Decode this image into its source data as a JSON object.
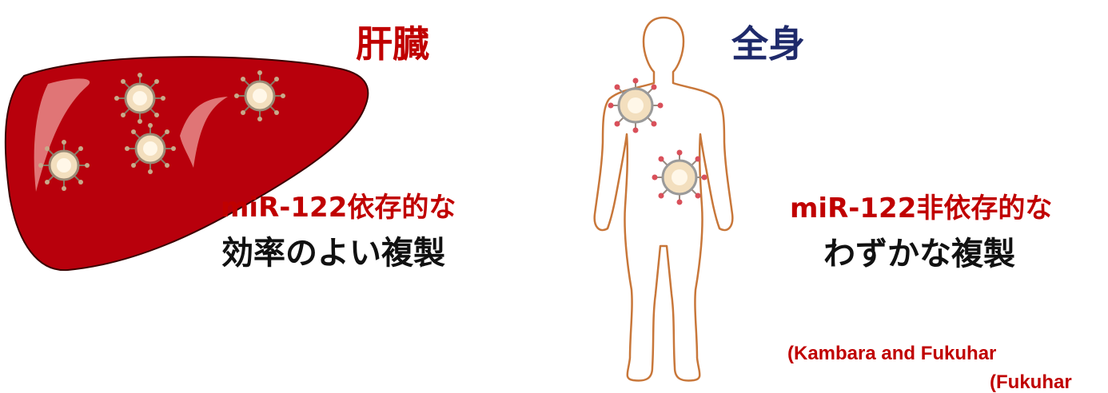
{
  "liver": {
    "title": "肝臓",
    "mir_label": "miR-122依存的な",
    "replication_label": "効率のよい複製"
  },
  "body": {
    "title": "全身",
    "mir_label": "miR-122非依存的な",
    "replication_label": "わずかな複製"
  },
  "citation": {
    "line1": "(Kambara and Fukuhar",
    "line2": "(Fukuhar"
  },
  "colors": {
    "liver": "#b8000c",
    "accent_red": "#c00000",
    "navy": "#1f2a6b",
    "body_outline": "#c8773a"
  }
}
